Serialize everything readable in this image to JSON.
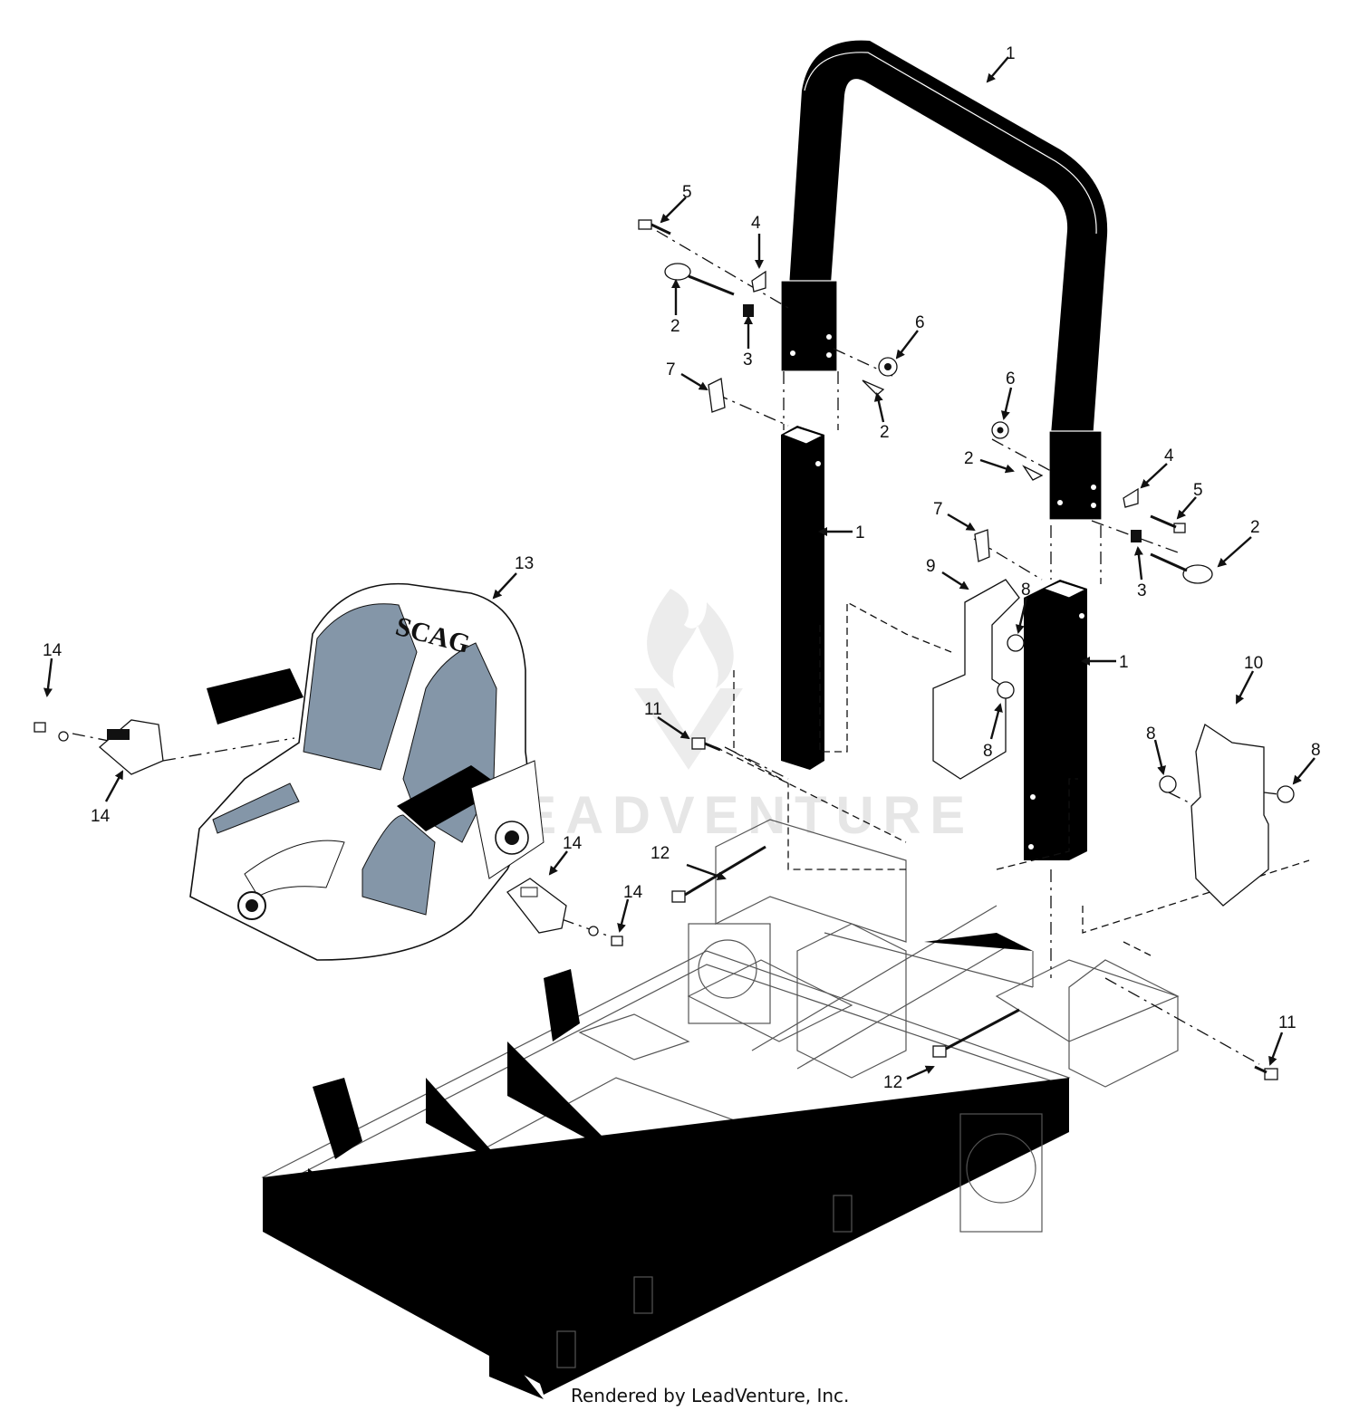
{
  "diagram": {
    "footer": "Rendered by LeadVenture, Inc.",
    "watermark": "LEADVENTURE",
    "seat_logo": "SCAG",
    "colors": {
      "ink": "#111111",
      "frame": "#555555",
      "seat_gray": "#8496a8",
      "watermark": "#e6e6e6"
    },
    "callouts": {
      "c1_top": "1",
      "c1_left": "1",
      "c1_right": "1",
      "c2_left": "2",
      "c2_mid": "2",
      "c2_right_a": "2",
      "c2_right_b": "2",
      "c3_left": "3",
      "c3_right": "3",
      "c4_left": "4",
      "c4_right": "4",
      "c5_left": "5",
      "c5_right": "5",
      "c6_left": "6",
      "c6_right": "6",
      "c7_left": "7",
      "c7_right": "7",
      "c8_a": "8",
      "c8_b": "8",
      "c8_c": "8",
      "c8_d": "8",
      "c9": "9",
      "c10": "10",
      "c11_left": "11",
      "c11_right": "11",
      "c12_left": "12",
      "c12_right": "12",
      "c13": "13",
      "c14_a": "14",
      "c14_b": "14",
      "c14_c": "14",
      "c14_d": "14"
    }
  }
}
